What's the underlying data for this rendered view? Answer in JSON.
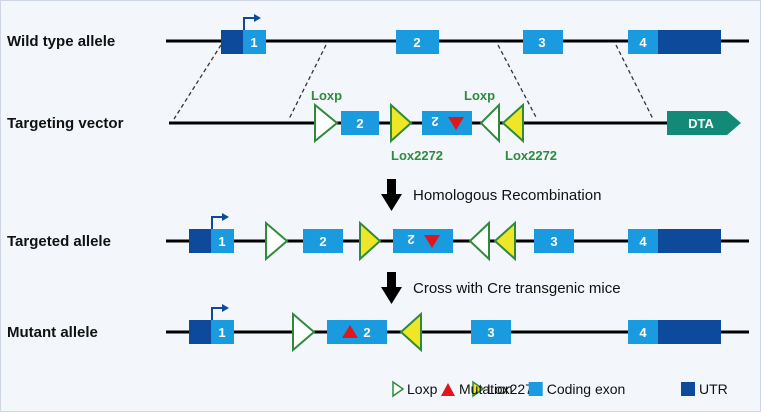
{
  "rows": {
    "wild_type": "Wild type allele",
    "targeting_vector": "Targeting vector",
    "targeted": "Targeted allele",
    "mutant": "Mutant allele"
  },
  "exons": {
    "e1": "1",
    "e2": "2",
    "e3": "3",
    "e4": "4",
    "e2_inverted": "2"
  },
  "site_labels": {
    "loxp": "Loxp",
    "lox2272": "Lox2272"
  },
  "selection_marker": "DTA",
  "steps": {
    "homologous": "Homologous  Recombination",
    "cross": "Cross with Cre transgenic mice"
  },
  "legend": {
    "loxp": "Loxp",
    "lox2272": "Lox2272",
    "mutation": "Mutation",
    "coding_exon": "Coding exon",
    "utr": "UTR"
  },
  "colors": {
    "coding_exon": "#1a9be0",
    "utr": "#0d4a9c",
    "loxp_outline": "#2e8b3c",
    "lox2272_fill": "#f0e628",
    "mutation": "#e0161c",
    "dta": "#138a78",
    "label_green": "#2e8b3c",
    "arrow": "#0d4a9c"
  },
  "icons": {
    "loxp": "open-triangle-right",
    "lox2272": "filled-triangle",
    "mutation": "red-triangle-up",
    "promoter": "bent-arrow",
    "step": "arrow-down"
  }
}
